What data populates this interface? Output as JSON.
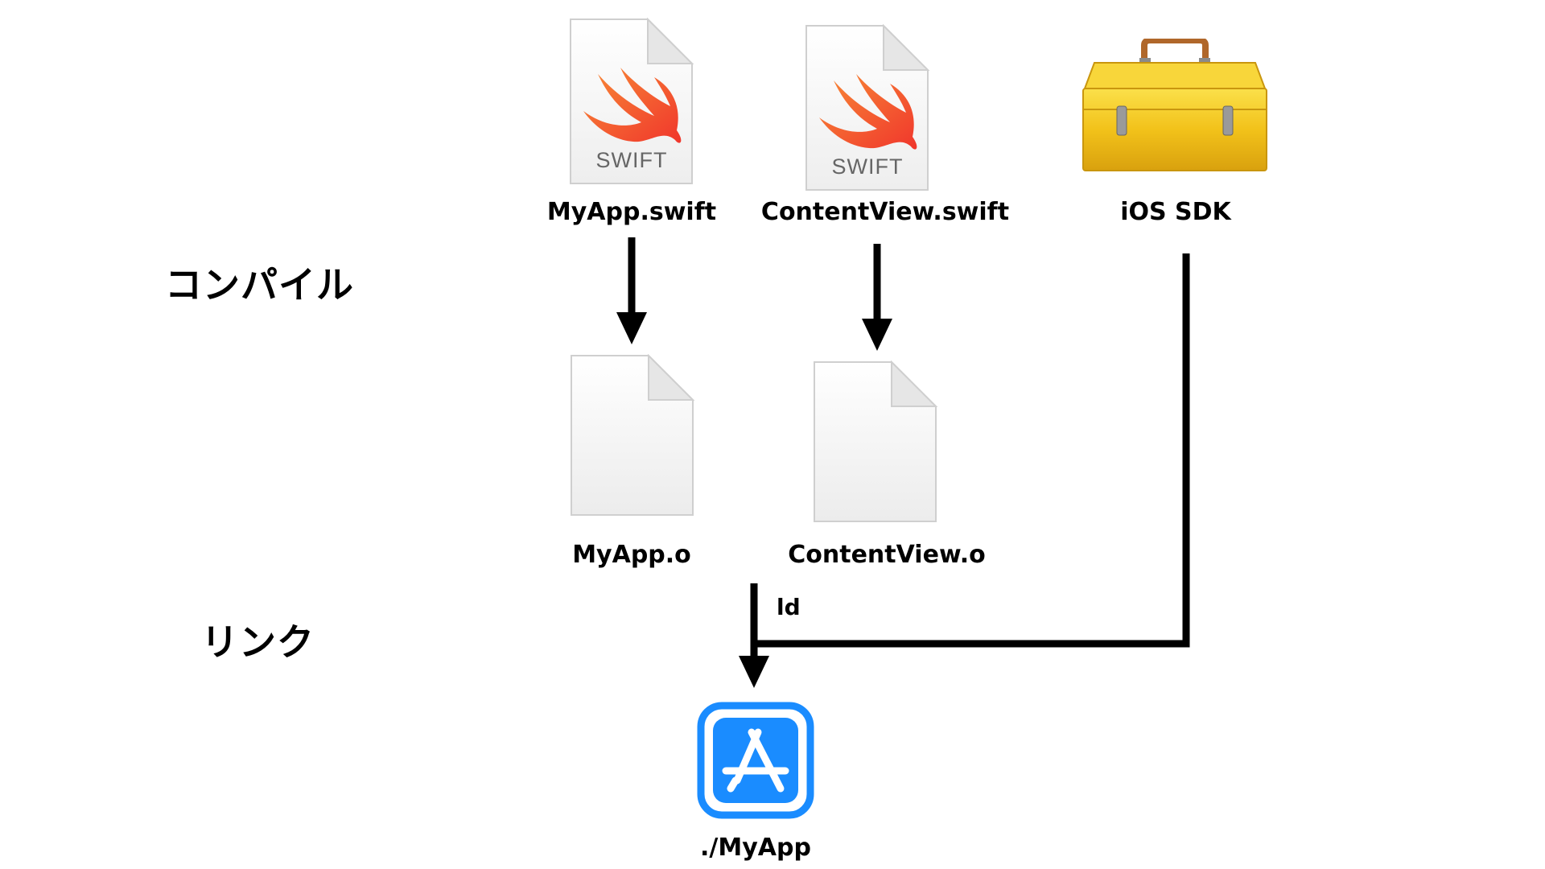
{
  "stages": {
    "compile": "コンパイル",
    "link": "リンク"
  },
  "sources": [
    {
      "name": "MyApp.swift",
      "badge": "SWIFT"
    },
    {
      "name": "ContentView.swift",
      "badge": "SWIFT"
    }
  ],
  "sdk": {
    "name": "iOS SDK"
  },
  "objects": [
    {
      "name": "MyApp.o"
    },
    {
      "name": "ContentView.o"
    }
  ],
  "linker": {
    "label": "ld"
  },
  "output": {
    "name": "./MyApp"
  },
  "colors": {
    "swift_orange": "#F05138",
    "appstore_blue": "#1A8CFF",
    "toolbox_yellow": "#F2C21A",
    "arrow": "#000000"
  }
}
